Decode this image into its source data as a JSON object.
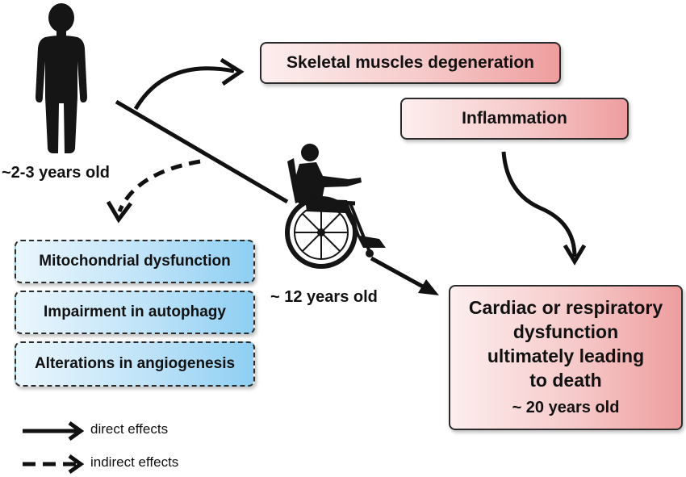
{
  "figure": {
    "age_child": "~2-3 years old",
    "age_wheelchair": "~ 12 years old",
    "box_skeletal": "Skeletal muscles degeneration",
    "box_inflammation": "Inflammation",
    "box_mito": "Mitochondrial dysfunction",
    "box_autophagy": "Impairment in autophagy",
    "box_angio": "Alterations in angiogenesis",
    "box_cardiac_line1": "Cardiac or respiratory",
    "box_cardiac_line2": "dysfunction",
    "box_cardiac_line3": "ultimately leading",
    "box_cardiac_line4": "to death",
    "box_cardiac_age": "~ 20 years old"
  },
  "legend": {
    "direct": "direct effects",
    "indirect": "indirect effects"
  },
  "colors": {
    "pink_box": "#f6c9c9",
    "blue_box": "#bfe3f8",
    "silhouette": "#151515"
  }
}
